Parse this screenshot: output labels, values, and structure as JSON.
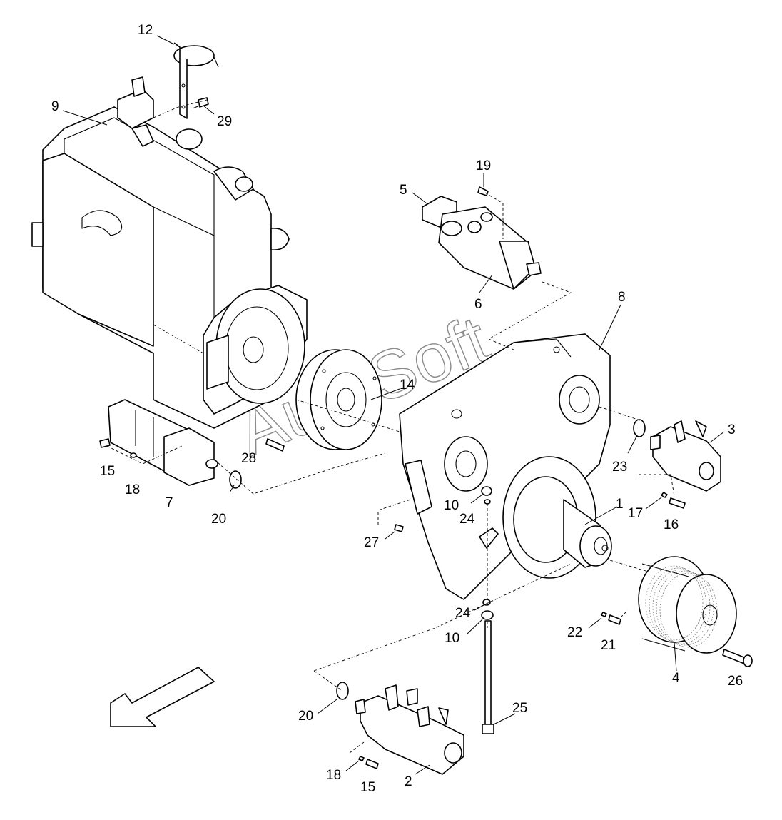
{
  "watermark": "AutoSoft",
  "callouts": [
    {
      "id": "c12",
      "label": "12"
    },
    {
      "id": "c9",
      "label": "9"
    },
    {
      "id": "c29",
      "label": "29"
    },
    {
      "id": "c19",
      "label": "19"
    },
    {
      "id": "c5",
      "label": "5"
    },
    {
      "id": "c6",
      "label": "6"
    },
    {
      "id": "c8",
      "label": "8"
    },
    {
      "id": "c14",
      "label": "14"
    },
    {
      "id": "c3",
      "label": "3"
    },
    {
      "id": "c23",
      "label": "23"
    },
    {
      "id": "c15a",
      "label": "15"
    },
    {
      "id": "c18a",
      "label": "18"
    },
    {
      "id": "c7",
      "label": "7"
    },
    {
      "id": "c28",
      "label": "28"
    },
    {
      "id": "c20a",
      "label": "20"
    },
    {
      "id": "c10a",
      "label": "10"
    },
    {
      "id": "c24a",
      "label": "24"
    },
    {
      "id": "c1",
      "label": "1"
    },
    {
      "id": "c17",
      "label": "17"
    },
    {
      "id": "c16",
      "label": "16"
    },
    {
      "id": "c27",
      "label": "27"
    },
    {
      "id": "c24b",
      "label": "24"
    },
    {
      "id": "c10b",
      "label": "10"
    },
    {
      "id": "c22",
      "label": "22"
    },
    {
      "id": "c21",
      "label": "21"
    },
    {
      "id": "c4",
      "label": "4"
    },
    {
      "id": "c26",
      "label": "26"
    },
    {
      "id": "c25",
      "label": "25"
    },
    {
      "id": "c20b",
      "label": "20"
    },
    {
      "id": "c18b",
      "label": "18"
    },
    {
      "id": "c15b",
      "label": "15"
    },
    {
      "id": "c2",
      "label": "2"
    }
  ]
}
